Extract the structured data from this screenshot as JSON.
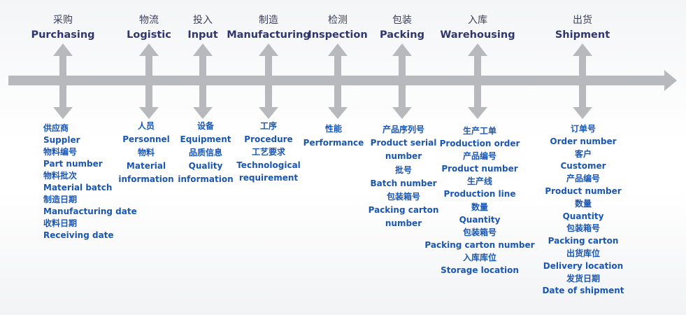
{
  "stages": [
    {
      "cn": "采购",
      "en": "Purchasing",
      "details": [
        "供应商",
        "Suppler",
        "物料编号",
        "Part number",
        "物料批次",
        "Material batch",
        "制造日期",
        "Manufacturing date",
        "收料日期",
        "Receiving date"
      ]
    },
    {
      "cn": "物流",
      "en": "Logistic",
      "details": [
        "人员",
        "Personnel",
        "物料",
        "Material",
        "information"
      ]
    },
    {
      "cn": "投入",
      "en": "Input",
      "details": [
        "设备",
        "Equipment",
        "品质信息",
        "Quality",
        "information"
      ]
    },
    {
      "cn": "制造",
      "en": "Manufacturing",
      "details": [
        "工序",
        "Procedure",
        "工艺要求",
        "Technological",
        "requirement"
      ]
    },
    {
      "cn": "检测",
      "en": "Inspection",
      "details": [
        "性能",
        "Performance"
      ]
    },
    {
      "cn": "包装",
      "en": "Packing",
      "details": [
        "产品序列号",
        "Product serial",
        "number",
        "批号",
        "Batch number",
        "包装箱号",
        "Packing carton",
        "number"
      ]
    },
    {
      "cn": "入库",
      "en": "Warehousing",
      "details": [
        "生产工单",
        "Production order",
        "产品编号",
        "Product number",
        "生产线",
        "Production line",
        "数量",
        "Quantity",
        "包装箱号",
        "Packing carton number",
        "入库库位",
        "Storage location"
      ]
    },
    {
      "cn": "出货",
      "en": "Shipment",
      "details": [
        "订单号",
        "Order number",
        "客户",
        "Customer",
        "产品编号",
        "Product number",
        "数量",
        "Quantity",
        "包装箱号",
        "Packing carton",
        "出货库位",
        "Delivery location",
        "发货日期",
        "Date of shipment"
      ]
    }
  ],
  "colors": {
    "arrow": "#b7b9bc",
    "title_cn": "#3b3f5c",
    "title_en": "#2f3670",
    "details": "#1a56b3"
  }
}
